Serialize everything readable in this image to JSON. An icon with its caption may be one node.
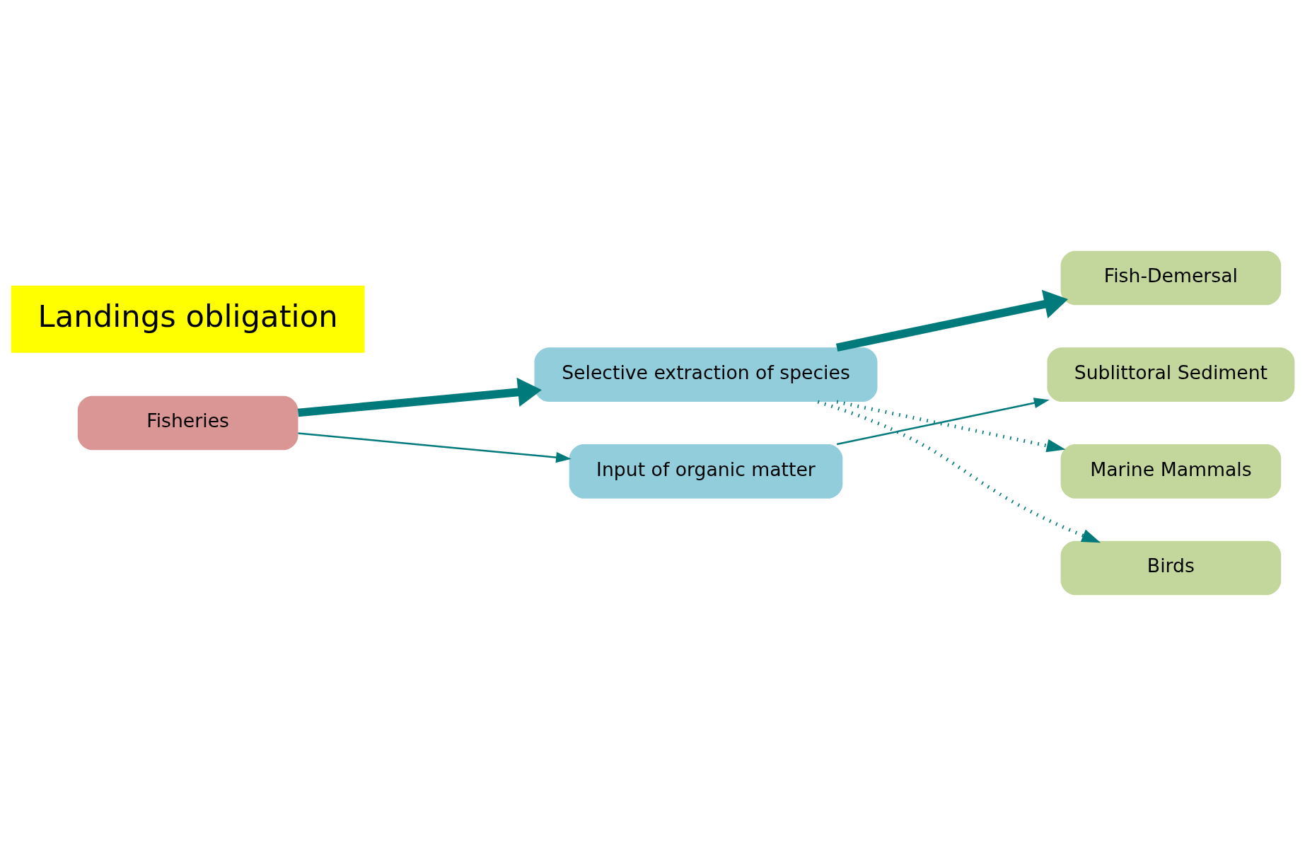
{
  "diagram": {
    "nodes": [
      {
        "text": [
          "Landings obligation"
        ]
      },
      {
        "text": [
          "Selective extraction of species"
        ]
      },
      {
        "text": [
          "Input of organic matter"
        ]
      },
      {
        "text": [
          "Fisheries"
        ]
      },
      {
        "text": [
          "Fish-Demersal"
        ]
      },
      {
        "text": [
          "Sublittoral Sediment"
        ]
      },
      {
        "text": [
          "Marine Mammals"
        ]
      },
      {
        "text": [
          "Birds"
        ]
      }
    ],
    "edges": [
      {
        "from": 3,
        "to": 1,
        "arrow": "to",
        "style": "thick"
      },
      {
        "from": 3,
        "to": 2,
        "arrow": "to"
      },
      {
        "from": 1,
        "to": 4,
        "arrow": "to",
        "style": "thick"
      },
      {
        "from": 2,
        "to": 5,
        "arrow": "to"
      },
      {
        "from": 1,
        "to": 6,
        "arrow": "to",
        "style": "dashed"
      },
      {
        "from": 1,
        "to": 7,
        "arrow": "to",
        "style": "dashed"
      }
    ]
  }
}
